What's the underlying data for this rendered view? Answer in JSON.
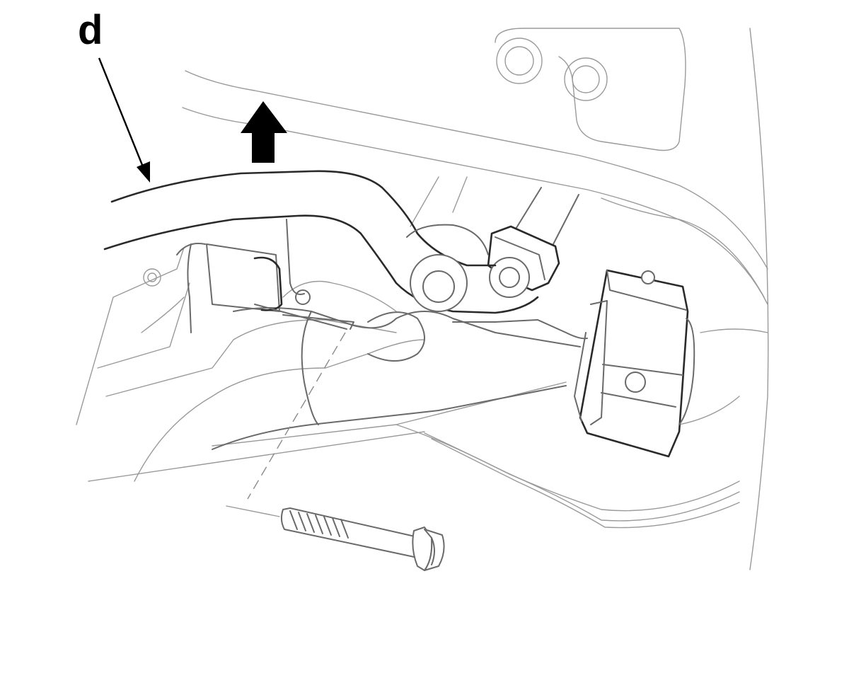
{
  "diagram": {
    "callout_label": "d",
    "parts": [
      {
        "name": "stabilizer-bar",
        "callout": "d"
      },
      {
        "name": "stabilizer-bar-bushing"
      },
      {
        "name": "bushing-bracket"
      },
      {
        "name": "stabilizer-link"
      },
      {
        "name": "mounting-bolt"
      },
      {
        "name": "sub-frame"
      }
    ],
    "indicators": [
      {
        "name": "up-arrow",
        "direction": "up",
        "color": "#000000"
      },
      {
        "name": "callout-leader-arrow",
        "points_to": "stabilizer-bar"
      }
    ],
    "line_color": "#000000",
    "background": "#ffffff"
  }
}
